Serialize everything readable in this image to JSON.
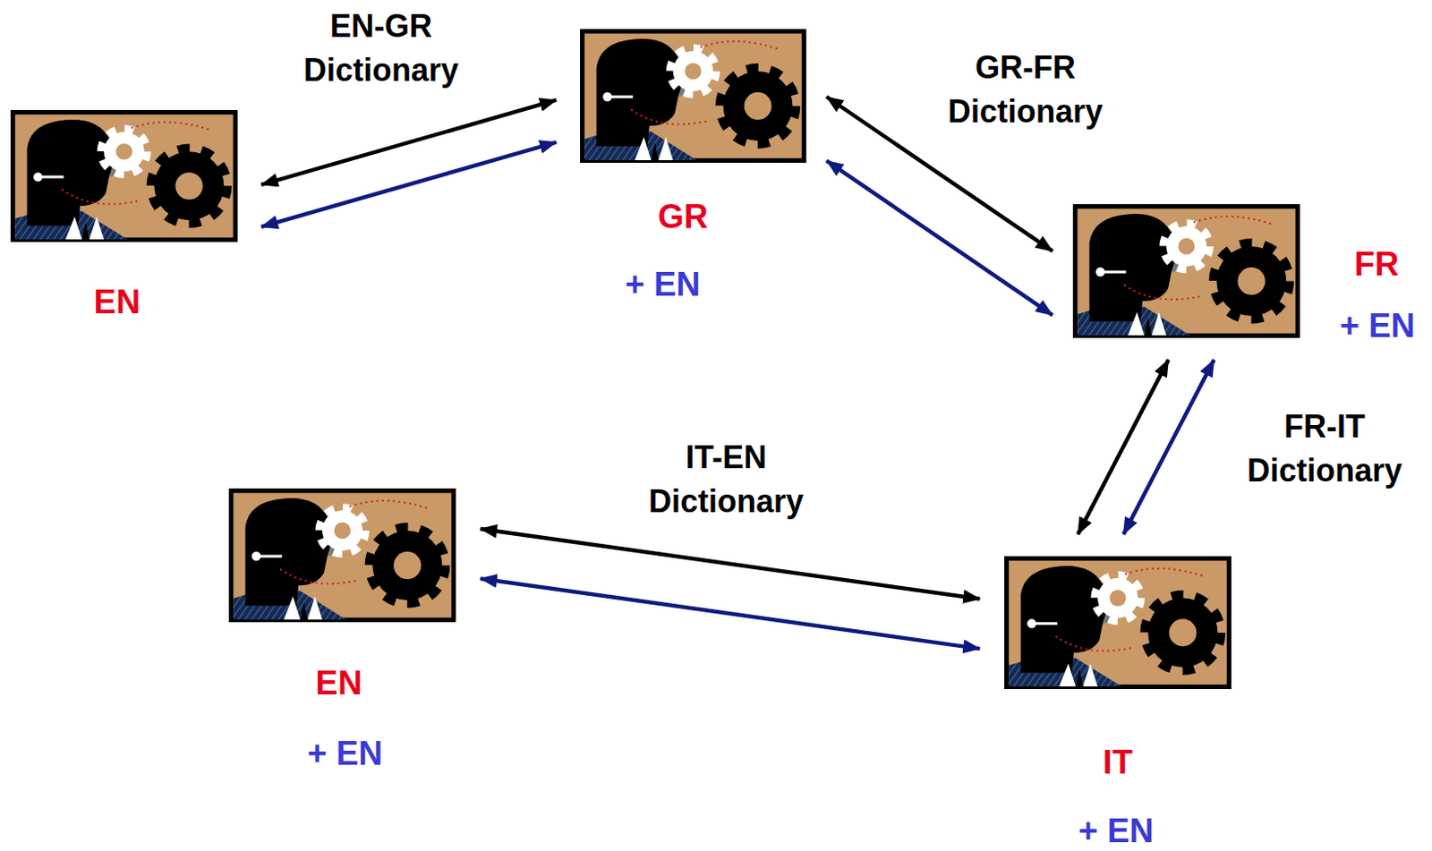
{
  "diagram": {
    "nodes": [
      {
        "text": [
          "EN"
        ]
      },
      {
        "text": [
          "GR",
          "+ EN"
        ]
      },
      {
        "text": [
          "FR",
          "+ EN"
        ]
      },
      {
        "text": [
          "EN",
          "+ EN"
        ]
      },
      {
        "text": [
          "IT",
          "+ EN"
        ]
      }
    ],
    "edges": [
      {
        "from": 0,
        "to": 1,
        "arrow": "both",
        "label": "EN-GR Dictionary"
      },
      {
        "from": 0,
        "to": 1,
        "arrow": "both"
      },
      {
        "from": 1,
        "to": 2,
        "arrow": "both",
        "label": "GR-FR Dictionary"
      },
      {
        "from": 1,
        "to": 2,
        "arrow": "both"
      },
      {
        "from": 2,
        "to": 4,
        "arrow": "both",
        "label": "FR-IT Dictionary"
      },
      {
        "from": 2,
        "to": 4,
        "arrow": "both"
      },
      {
        "from": 4,
        "to": 3,
        "arrow": "both",
        "label": "IT-EN Dictionary"
      },
      {
        "from": 4,
        "to": 3,
        "arrow": "both"
      }
    ]
  }
}
